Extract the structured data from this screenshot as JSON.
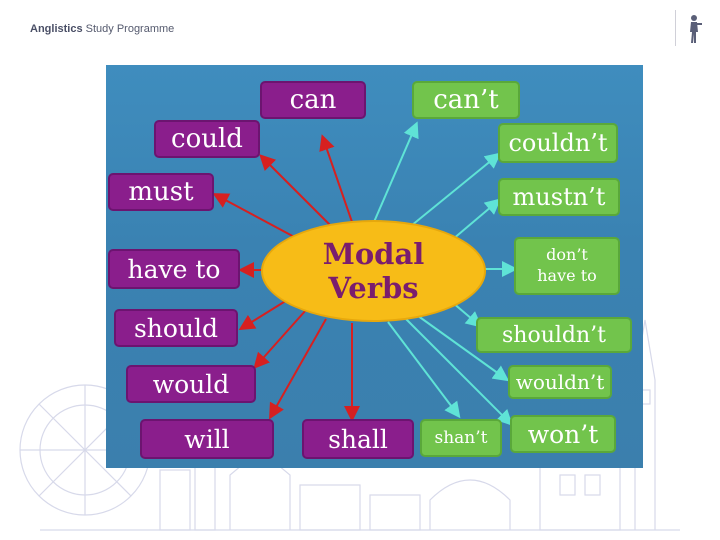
{
  "header": {
    "brand": "Anglistics",
    "subtitle": "Study Programme"
  },
  "diagram": {
    "center_line1": "Modal",
    "center_line2": "Verbs",
    "purple_verbs": [
      "can",
      "could",
      "must",
      "have to",
      "should",
      "would",
      "will",
      "shall"
    ],
    "green_verbs": [
      "can’t",
      "couldn’t",
      "mustn’t",
      "don’t have to",
      "shouldn’t",
      "wouldn’t",
      "won’t",
      "shan’t"
    ],
    "colors": {
      "background": "#3f8dbe",
      "purple": "#8a1e8c",
      "green": "#72c44c",
      "center": "#f7bc17",
      "arrow_red": "#d62020",
      "arrow_cyan": "#5fe3d6"
    }
  }
}
